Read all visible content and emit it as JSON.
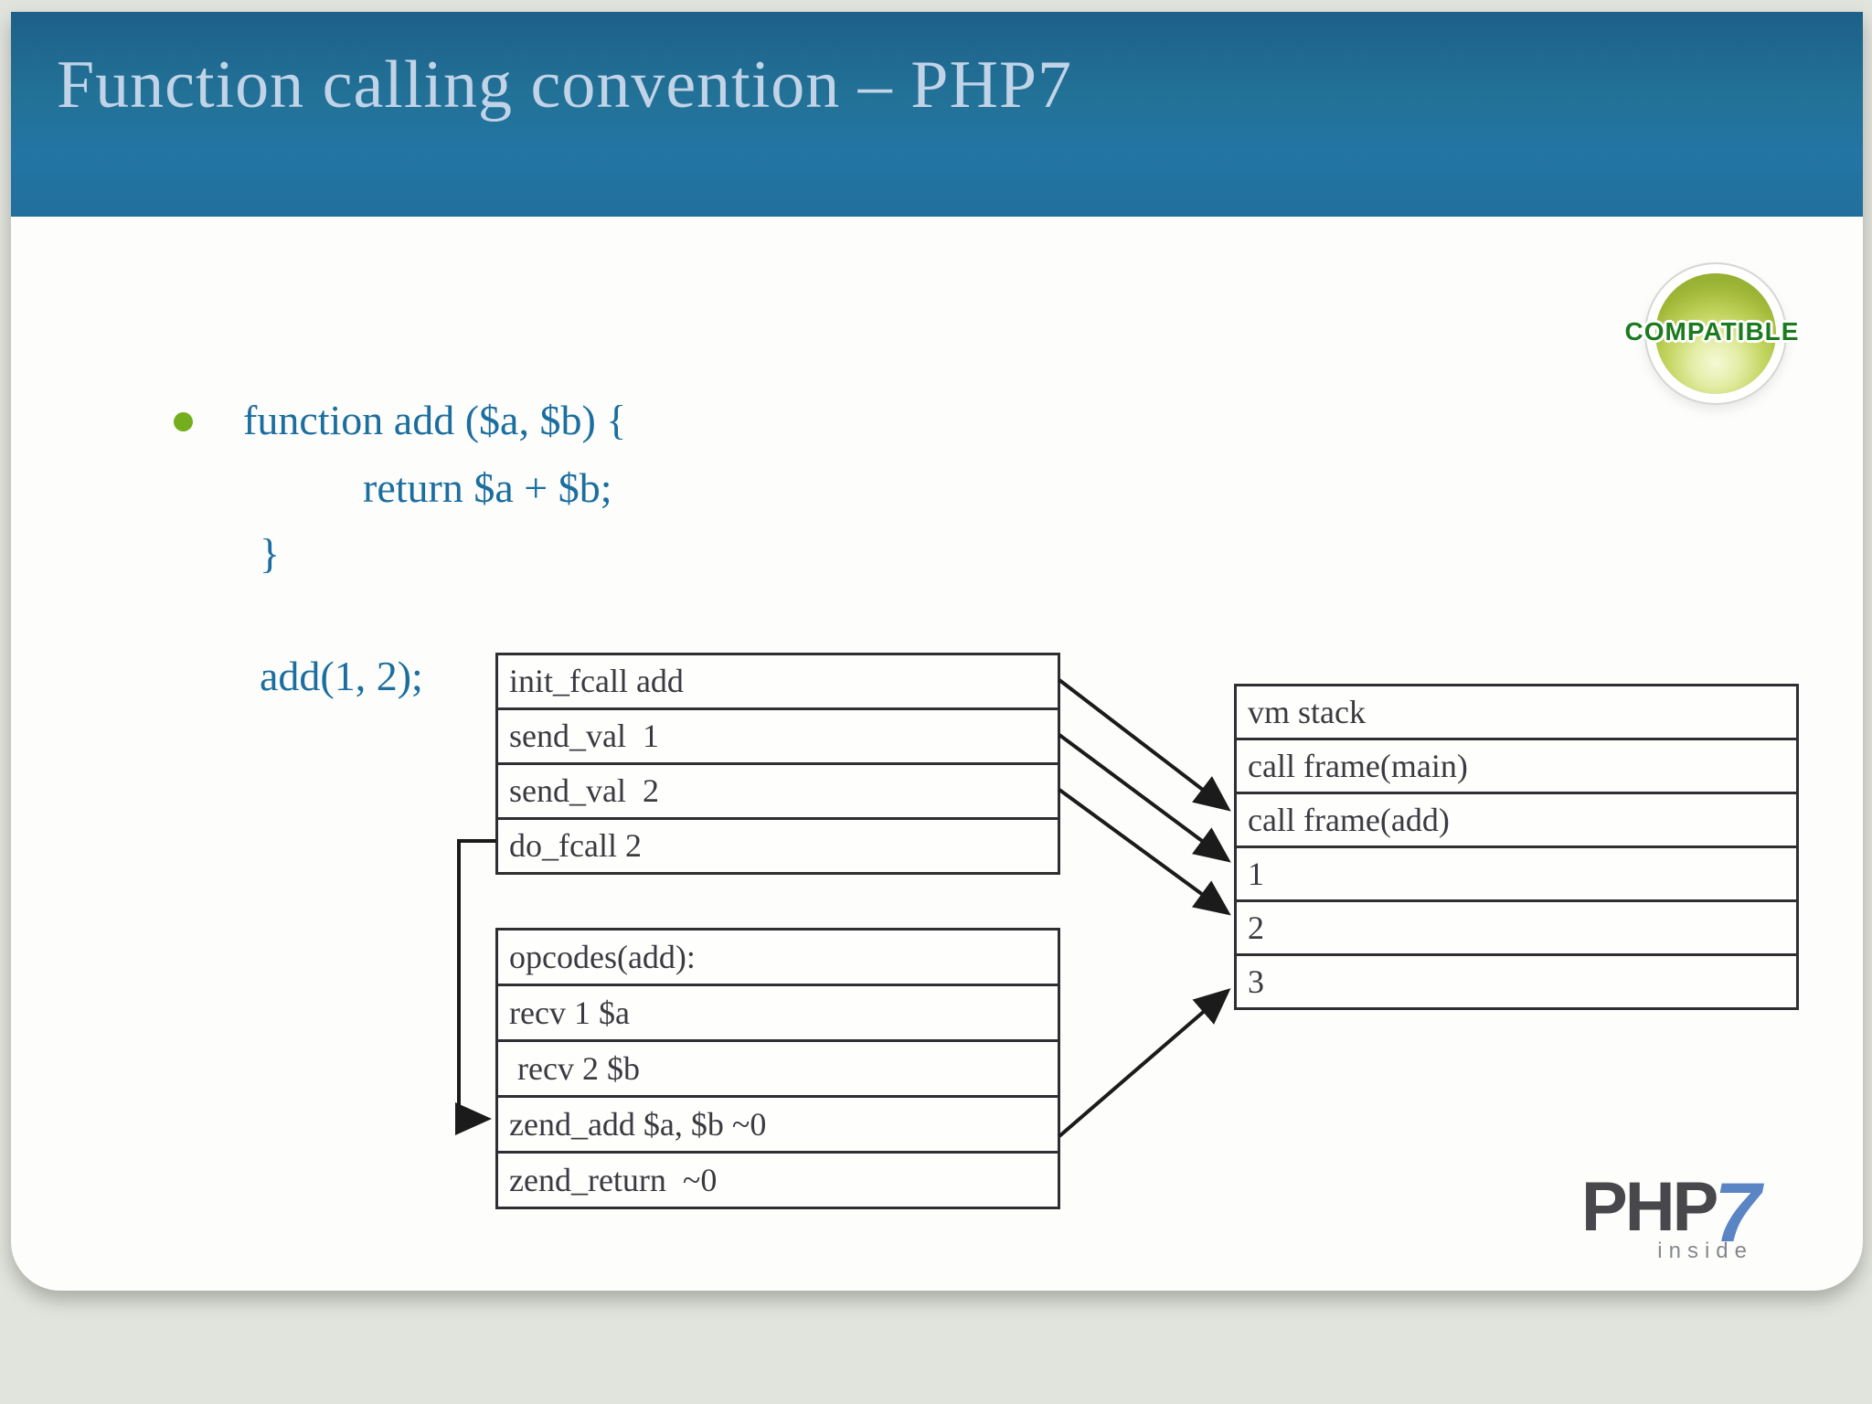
{
  "slide": {
    "title": "Function calling convention – PHP7",
    "badge": {
      "label": "COMPATIBLE"
    },
    "code": {
      "line1": "function add ($a, $b) {",
      "line2": "return $a + $b;",
      "line3": "}",
      "line4": "add(1, 2);"
    },
    "diagram": {
      "main_opcodes": {
        "rows": [
          "init_fcall add",
          "send_val  1",
          "send_val  2",
          "do_fcall 2"
        ]
      },
      "add_opcodes": {
        "rows": [
          "opcodes(add):",
          "recv 1 $a",
          " recv 2 $b",
          "zend_add $a, $b ~0",
          "zend_return  ~0"
        ]
      },
      "vm_stack": {
        "rows": [
          "vm stack",
          "call frame(main)",
          "call frame(add)",
          "1",
          "2",
          "3"
        ]
      }
    },
    "logo": {
      "php": "PHP",
      "seven": "7",
      "inside": "inside"
    },
    "colors": {
      "header_top": "#1d6089",
      "header_bottom": "#2375a3",
      "title_text": "#c1d3e6",
      "code_blue": "#1b6e9f",
      "bullet_green": "#74ae1d",
      "badge_green": "#1c7a1f",
      "box_border": "#2e2e33",
      "logo_gray": "#47474c",
      "logo_blue": "#5b84c4"
    }
  }
}
